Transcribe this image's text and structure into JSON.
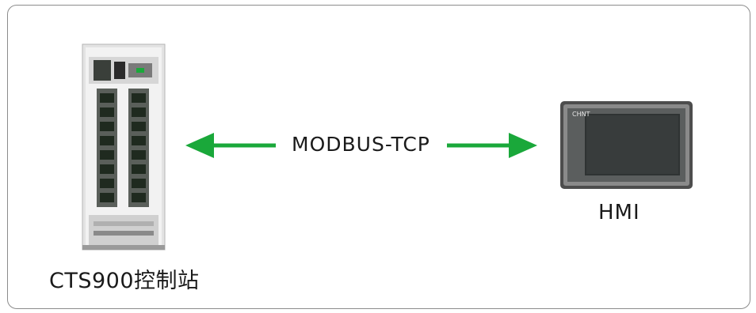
{
  "diagram": {
    "protocol_label": "MODBUS-TCP",
    "left_device_label": "CTS900控制站",
    "right_device_label": "HMI",
    "hmi_brand": "CHNT",
    "colors": {
      "arrow": "#1aa83a",
      "frame": "#8c8c8c",
      "hmi_bezel": "#4d4d4d",
      "hmi_screen": "#2f3333",
      "cabinet_frame": "#c9c9c9"
    }
  }
}
